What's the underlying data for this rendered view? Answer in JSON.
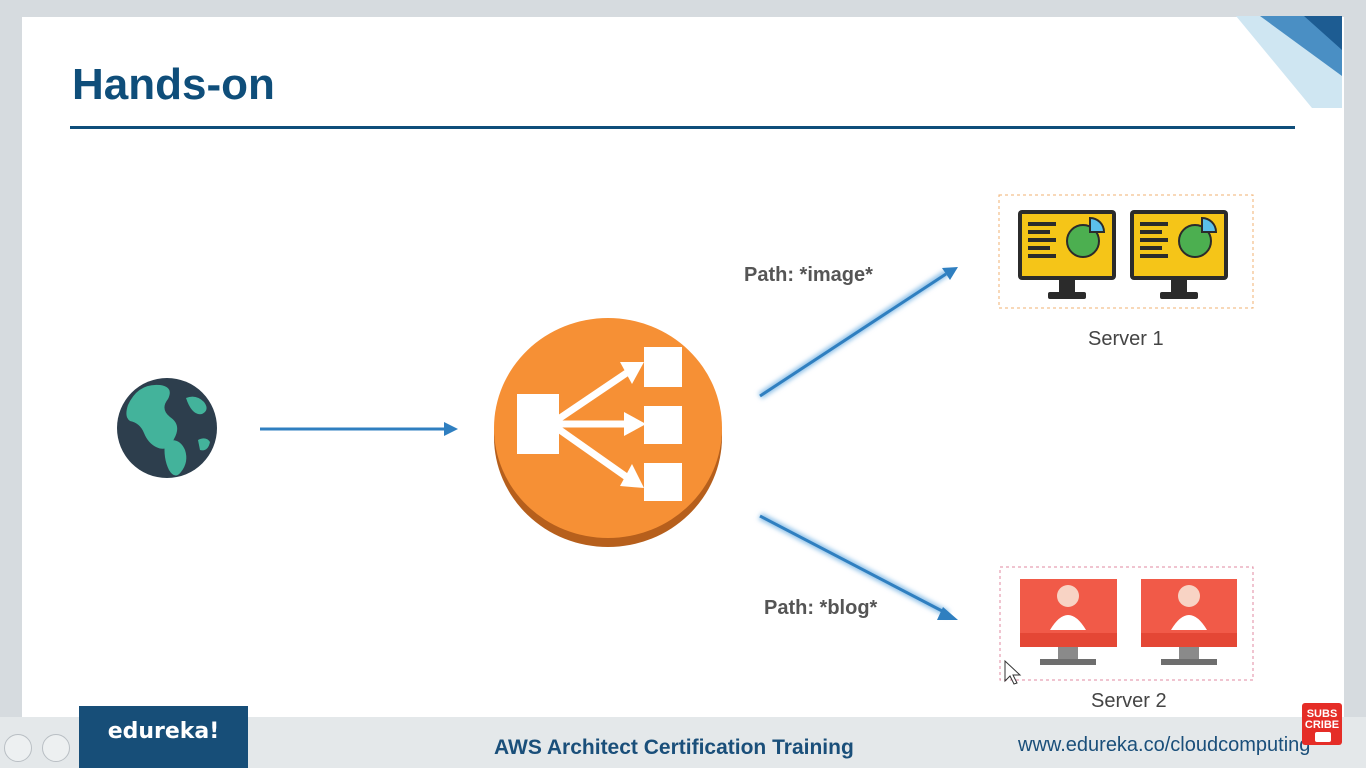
{
  "slide": {
    "title": "Hands-on"
  },
  "diagram": {
    "nodes": [
      {
        "id": "internet",
        "icon": "globe-icon"
      },
      {
        "id": "load-balancer",
        "icon": "load-balancer-icon"
      },
      {
        "id": "server-1",
        "label": "Server 1",
        "icon": "dashboard-monitor-icon"
      },
      {
        "id": "server-2",
        "label": "Server 2",
        "icon": "user-monitor-icon"
      }
    ],
    "edges": [
      {
        "from": "internet",
        "to": "load-balancer",
        "label": ""
      },
      {
        "from": "load-balancer",
        "to": "server-1",
        "label": "Path: *image*"
      },
      {
        "from": "load-balancer",
        "to": "server-2",
        "label": "Path: *blog*"
      }
    ]
  },
  "footer": {
    "logo": "edureka!",
    "course": "AWS Architect Certification Training",
    "url": "www.edureka.co/cloudcomputing"
  },
  "subscribe_badge": {
    "line1": "SUBS",
    "line2": "CRIBE"
  },
  "colors": {
    "title_blue": "#0f4e7a",
    "arrow_blue": "#2f7fc0",
    "balancer_orange": "#f69035",
    "server1_yellow": "#f5c518",
    "server2_red": "#f15a48"
  }
}
